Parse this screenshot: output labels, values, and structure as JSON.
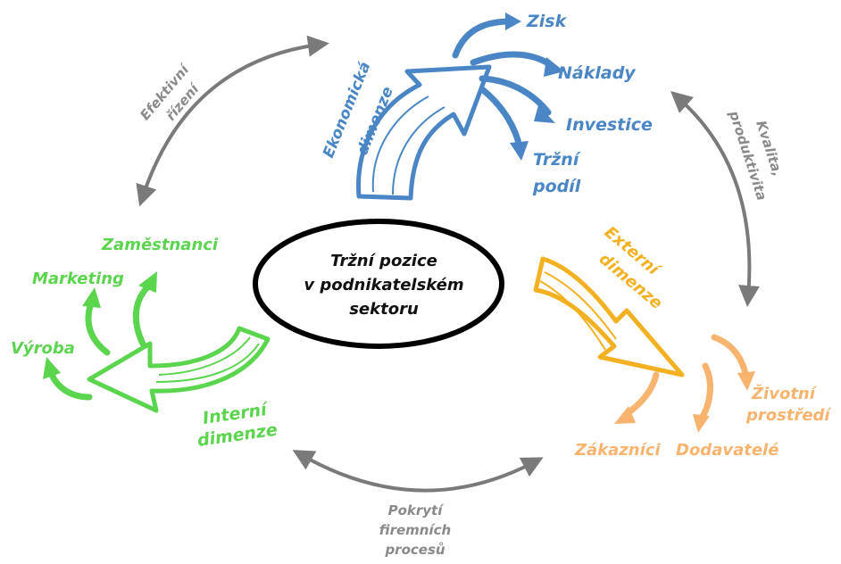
{
  "center": {
    "line1": "Tržní pozice",
    "line2": "v podnikatelském",
    "line3": "sektoru"
  },
  "economic": {
    "title_line1": "Ekonomická",
    "title_line2": "dimenze",
    "items": [
      "Zisk",
      "Náklady",
      "Investice",
      "Tržní",
      "podíl"
    ]
  },
  "external": {
    "title_line1": "Externí",
    "title_line2": "dimenze",
    "items": [
      "Zákazníci",
      "Dodavatelé",
      "Životní",
      "prostředí"
    ]
  },
  "internal": {
    "title_line1": "Interní",
    "title_line2": "dimenze",
    "items": [
      "Zaměstnanci",
      "Marketing",
      "Výroba"
    ]
  },
  "links": {
    "top_left": [
      "Efektivní",
      "řízení"
    ],
    "top_right": [
      "Kvalita,",
      "produktivita"
    ],
    "bottom": [
      "Pokrytí",
      "firemních",
      "procesů"
    ]
  },
  "colors": {
    "economic": "#4a86c5",
    "internal": "#5bd44e",
    "external": "#f3b021",
    "external_items": "#f8b46e",
    "links": "#8a8a8a",
    "center_border": "#000000"
  }
}
